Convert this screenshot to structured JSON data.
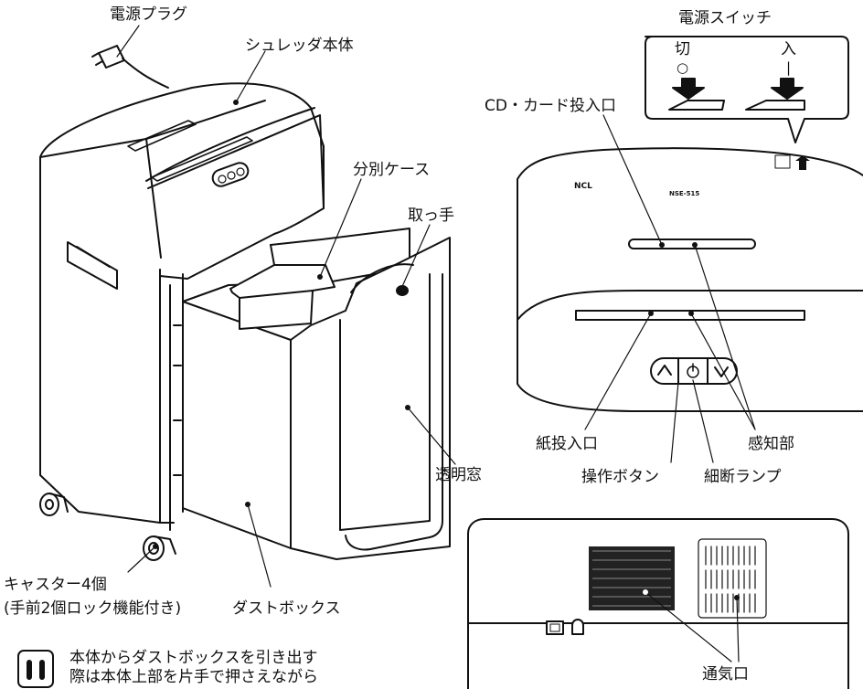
{
  "labels": {
    "power_plug": "電源プラグ",
    "shredder_body": "シュレッダ本体",
    "separation_case": "分別ケース",
    "handle": "取っ手",
    "caster": "キャスター4個",
    "caster_note": "(手前2個ロック機能付き)",
    "dust_box": "ダストボックス",
    "clear_window": "透明窓",
    "power_switch": "電源スイッチ",
    "switch_off": "切",
    "switch_off_symbol": "○",
    "switch_on": "入",
    "switch_on_symbol": "|",
    "cd_card_slot": "CD・カード投入口",
    "paper_slot": "紙投入口",
    "operation_button": "操作ボタン",
    "sensor": "感知部",
    "shred_lamp": "細断ランプ",
    "vent": "通気口"
  },
  "panel": {
    "brand": "NCL",
    "model": "NSE-515"
  },
  "notes": {
    "line1": "本体からダストボックスを引き出す",
    "line2": "際は本体上部を片手で押さえながら"
  },
  "icons": {
    "note_icon": "caution-pillars-icon"
  }
}
